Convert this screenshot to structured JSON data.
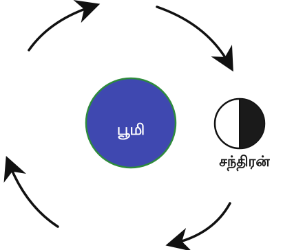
{
  "earth": {
    "label": "பூமி",
    "fill_color": "#3f48b0",
    "outline_color": "#2e8b3c"
  },
  "moon": {
    "label": "சந்திரன்",
    "dark_color": "#1a1a1a",
    "light_color": "#ffffff"
  },
  "orbit_arrows": [
    "orbit-arrow-top-left",
    "orbit-arrow-top-right",
    "orbit-arrow-bottom-right",
    "orbit-arrow-bottom-left"
  ]
}
